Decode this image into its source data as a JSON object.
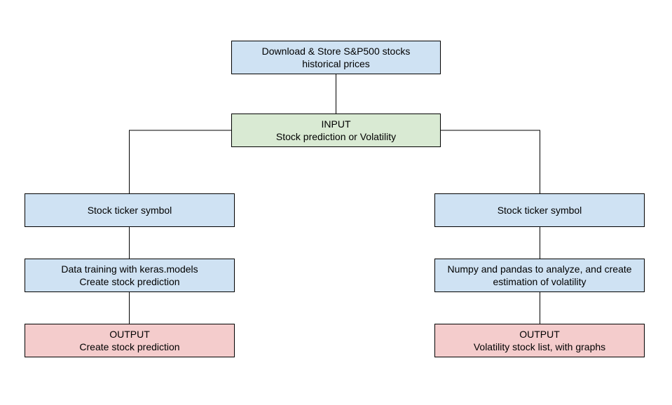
{
  "colors": {
    "process_fill": "#cfe2f3",
    "input_fill": "#d9ead3",
    "output_fill": "#f4cccc",
    "line": "#000000"
  },
  "nodes": {
    "download": {
      "line1": "Download & Store S&P500 stocks",
      "line2": "historical prices"
    },
    "input": {
      "line1": "INPUT",
      "line2": "Stock prediction or Volatility"
    },
    "left_ticker": {
      "line1": "Stock ticker symbol"
    },
    "left_training": {
      "line1": "Data training with keras.models",
      "line2": "Create stock prediction"
    },
    "left_output": {
      "line1": "OUTPUT",
      "line2": "Create stock prediction"
    },
    "right_ticker": {
      "line1": "Stock ticker symbol"
    },
    "right_analysis": {
      "line1": "Numpy and pandas to analyze, and create",
      "line2": "estimation of volatility"
    },
    "right_output": {
      "line1": "OUTPUT",
      "line2": "Volatility stock list, with graphs"
    }
  }
}
